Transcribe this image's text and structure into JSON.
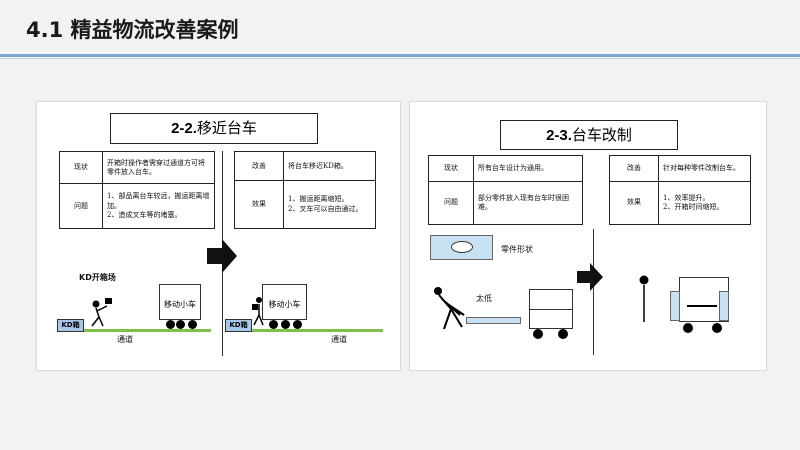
{
  "page": {
    "title": "4.1 精益物流改善案例"
  },
  "left_panel": {
    "heading_num": "2-2.",
    "heading_text": "移近台车",
    "before": {
      "row1_label": "现状",
      "row1_text": "开箱时操作者需穿过通道方可将零件放入台车。",
      "row2_label": "问题",
      "row2_text": "1、部品离台车较远，搬运距离增加。\n2、造成叉车等的堵塞。"
    },
    "after": {
      "row1_label": "改善",
      "row1_text": "将台车移近KD箱。",
      "row2_label": "效果",
      "row2_text": "1、搬运距离缩短。\n2、叉车可以自由通过。"
    },
    "area_label": "KD开箱场",
    "kd_label": "KD箱",
    "cart_label": "移动小车",
    "aisle_label": "通道"
  },
  "right_panel": {
    "heading_num": "2-3.",
    "heading_text": "台车改制",
    "before": {
      "row1_label": "现状",
      "row1_text": "所有台车设计为通用。",
      "row2_label": "问题",
      "row2_text": "部分零件放入现有台车时很困难。"
    },
    "after": {
      "row1_label": "改善",
      "row1_text": "针对每种零件改制台车。",
      "row2_label": "效果",
      "row2_text": "1、效率提升。\n2、开箱时间缩短。"
    },
    "part_shape_label": "零件形状",
    "too_low_label": "太低"
  },
  "colors": {
    "accent_rule": "#7ea6d3",
    "kd_box": "#a8c8ea",
    "aisle": "#7cc04a",
    "part_shape": "#c7e0f2"
  }
}
